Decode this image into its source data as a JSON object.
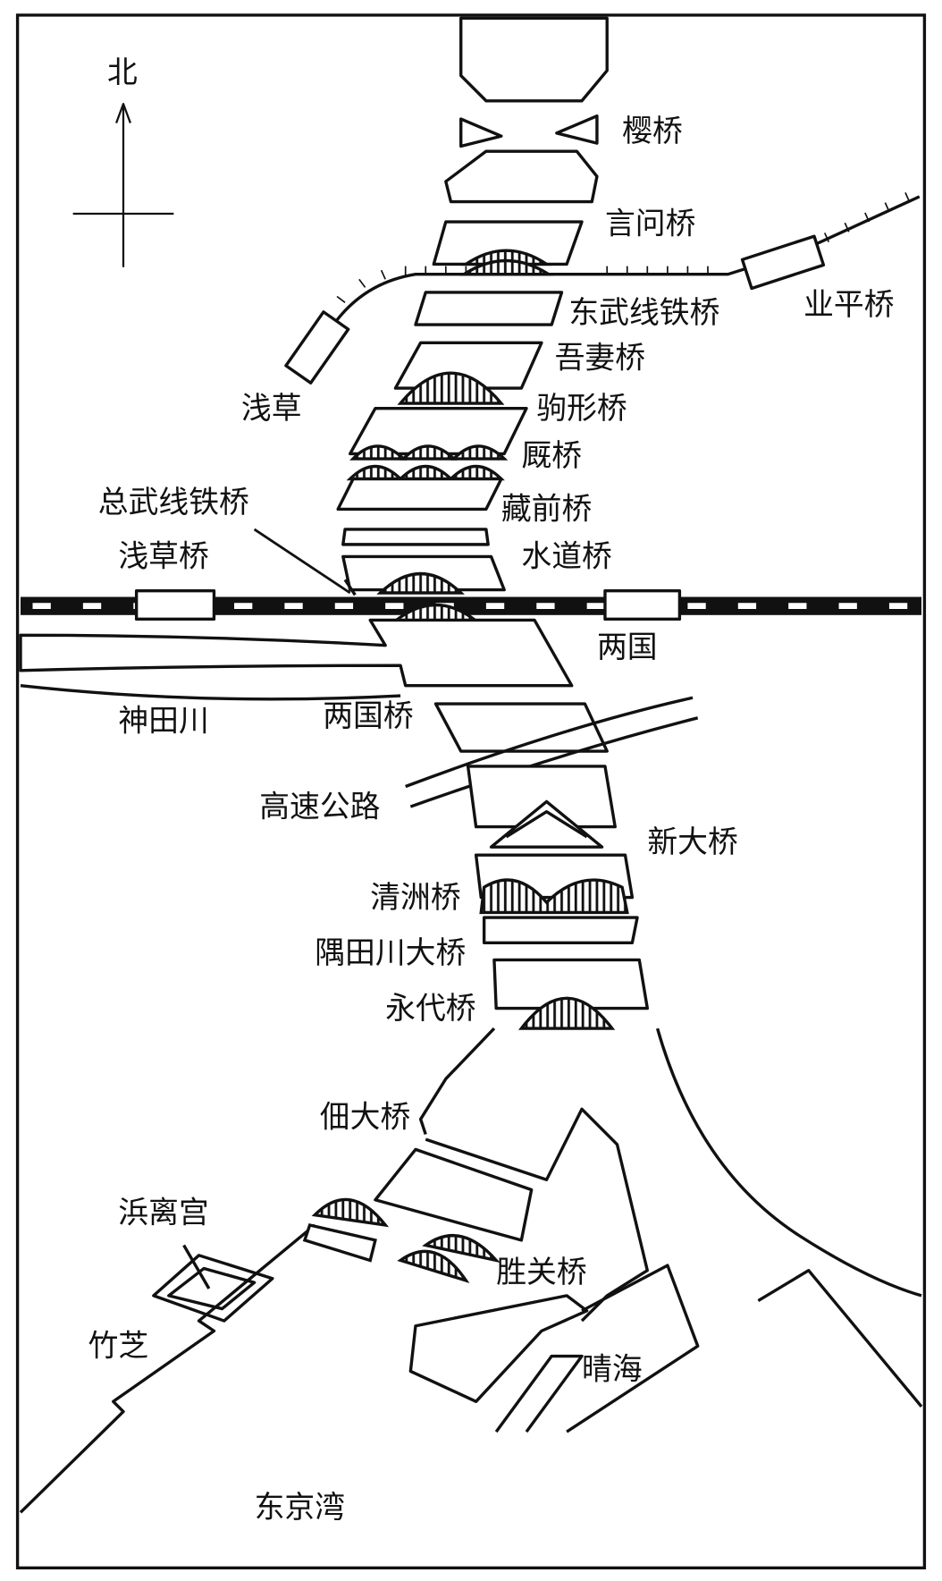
{
  "compass": {
    "north": "北"
  },
  "labels": {
    "sakura": "樱桥",
    "kototoi": "言问桥",
    "narihira": "业平桥",
    "tobu_rail": "东武线铁桥",
    "azuma": "吾妻桥",
    "asakusa": "浅草",
    "komagata": "驹形桥",
    "umaya": "厩桥",
    "sobu_rail": "总武线铁桥",
    "kuramae": "藏前桥",
    "asakusabashi": "浅草桥",
    "suido": "水道桥",
    "ryogoku": "两国",
    "kanda": "神田川",
    "ryogokubashi": "两国桥",
    "expressway": "高速公路",
    "shin_ohashi": "新大桥",
    "kiyosu": "清洲桥",
    "sumida_ohashi": "隅田川大桥",
    "eitai": "永代桥",
    "tsukuda": "佃大桥",
    "hamarikyu": "浜离宫",
    "kachidoki": "胜关桥",
    "takeshiba": "竹芝",
    "harumi": "晴海",
    "tokyo_bay": "东京湾"
  }
}
